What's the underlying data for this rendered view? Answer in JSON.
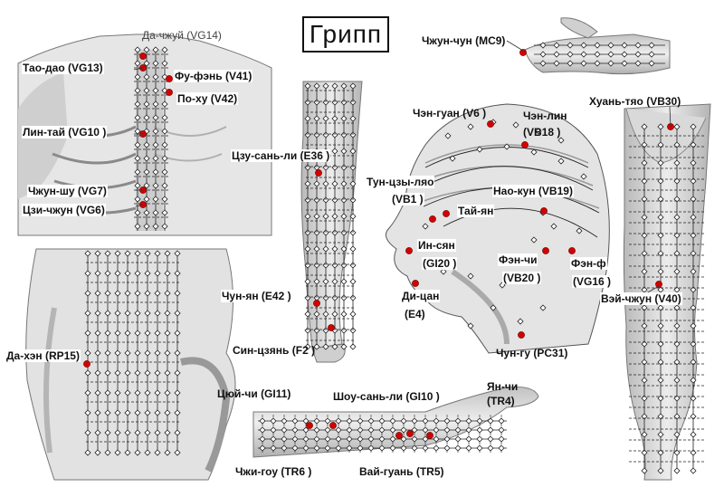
{
  "title": "Грипп",
  "colors": {
    "point": "#d40000",
    "skin": "#dcdcdc",
    "skin_dark": "#9a9a9a",
    "line": "#222222"
  },
  "labels": {
    "vg14": "Да-чжуй (VG14)",
    "vg13": "Тао-дао (VG13)",
    "v41": "Фу-фэнь (V41)",
    "v42": "По-ху (V42)",
    "vg10": "Лин-тай (VG10 )",
    "vg7": "Чжун-шу (VG7)",
    "vg6": "Цзи-чжун (VG6)",
    "e36": "Цзу-сань-ли (E36 )",
    "e42": "Чун-ян (E42 )",
    "f2": "Син-цзянь (F2 )",
    "rp15": "Да-хэн (RP15)",
    "gi11": "Цюй-чи (GI11)",
    "gi10": "Шоу-сань-ли (GI10 )",
    "tr4_a": "Ян-чи",
    "tr4_b": "(TR4)",
    "tr6": "Чжи-гоу (TR6 )",
    "tr5": "Вай-гуань (TR5)",
    "mc9": "Чжун-чун (MC9)",
    "v6": "Чэн-гуан (V6 )",
    "vb18_a": "Чэн-лин",
    "vb18_b": "(VB18 )",
    "vb1_a": "Тун-цзы-ляо",
    "vb1_b": "(VB1 )",
    "vb19": "Нао-кун (VB19)",
    "tai_yan": "Тай-ян",
    "gi20_a": "Ин-сян",
    "gi20_b": "(GI20 )",
    "e4_a": "Ди-цан",
    "e4_b": "(E4)",
    "vb20_a": "Фэн-чи",
    "vb20_b": "(VB20 )",
    "vg16_a": "Фэн-ф",
    "vg16_b": "(VG16 )",
    "pc31": "Чун-гу (PC31)",
    "vb30": "Хуань-тяо (VB30)",
    "v40": "Вэй-чжун (V40)"
  }
}
